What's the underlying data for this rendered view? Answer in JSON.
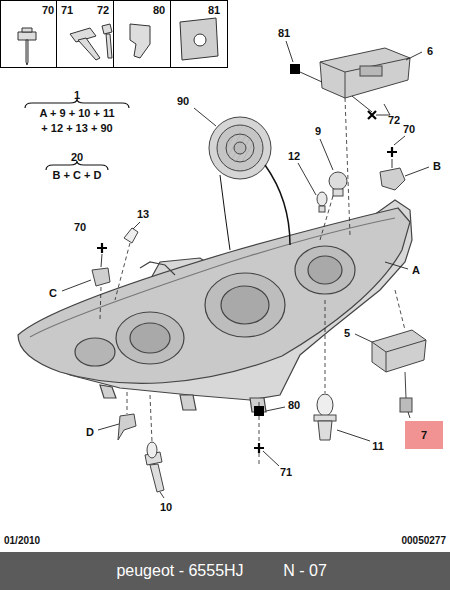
{
  "diagram": {
    "nodes": [
      {
        "text": [
          "70"
        ]
      },
      {
        "text": [
          "71",
          "72"
        ]
      },
      {
        "text": [
          "80"
        ]
      },
      {
        "text": [
          "81"
        ]
      },
      {
        "text": [
          "7"
        ]
      },
      {
        "text": [
          "peugeot - 6555HJ",
          "N - 07"
        ]
      }
    ],
    "labels": [
      "1",
      "A + 9 + 10 + 11",
      "+ 12 + 13 + 90",
      "20",
      "B + C + D",
      "90",
      "81",
      "6",
      "72",
      "9",
      "70",
      "12",
      "B",
      "13",
      "70",
      "C",
      "A",
      "5",
      "80",
      "11",
      "D",
      "71",
      "10",
      "01/2010",
      "00050277"
    ]
  }
}
